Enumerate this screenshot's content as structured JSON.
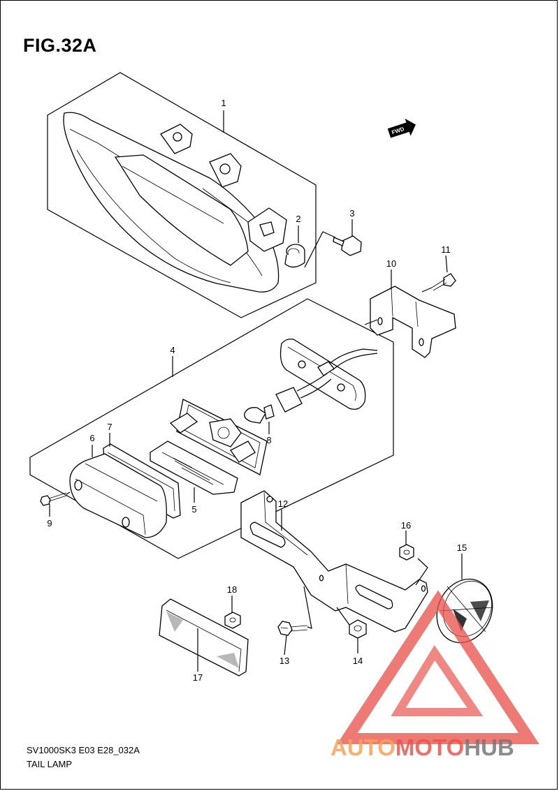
{
  "figure": {
    "title": "FIG.32A",
    "code": "SV1000SK3 E03 E28_032A",
    "caption": "TAIL LAMP"
  },
  "direction_badge": {
    "text": "FWD"
  },
  "callouts": [
    {
      "id": 1,
      "label": "1"
    },
    {
      "id": 2,
      "label": "2"
    },
    {
      "id": 3,
      "label": "3"
    },
    {
      "id": 4,
      "label": "4"
    },
    {
      "id": 5,
      "label": "5"
    },
    {
      "id": 6,
      "label": "6"
    },
    {
      "id": 7,
      "label": "7"
    },
    {
      "id": 8,
      "label": "8"
    },
    {
      "id": 9,
      "label": "9"
    },
    {
      "id": 10,
      "label": "10"
    },
    {
      "id": 11,
      "label": "11"
    },
    {
      "id": 12,
      "label": "12"
    },
    {
      "id": 13,
      "label": "13"
    },
    {
      "id": 14,
      "label": "14"
    },
    {
      "id": 15,
      "label": "15"
    },
    {
      "id": 16,
      "label": "16"
    },
    {
      "id": 17,
      "label": "17"
    },
    {
      "id": 18,
      "label": "18"
    }
  ],
  "watermark": {
    "part1": "AUTO",
    "part2": "MOTO",
    "part3": "HUB",
    "colors": {
      "auto": "#f7a35a",
      "moto": "#e8554e",
      "hub": "#777777",
      "triangle": "#e8554e"
    }
  }
}
